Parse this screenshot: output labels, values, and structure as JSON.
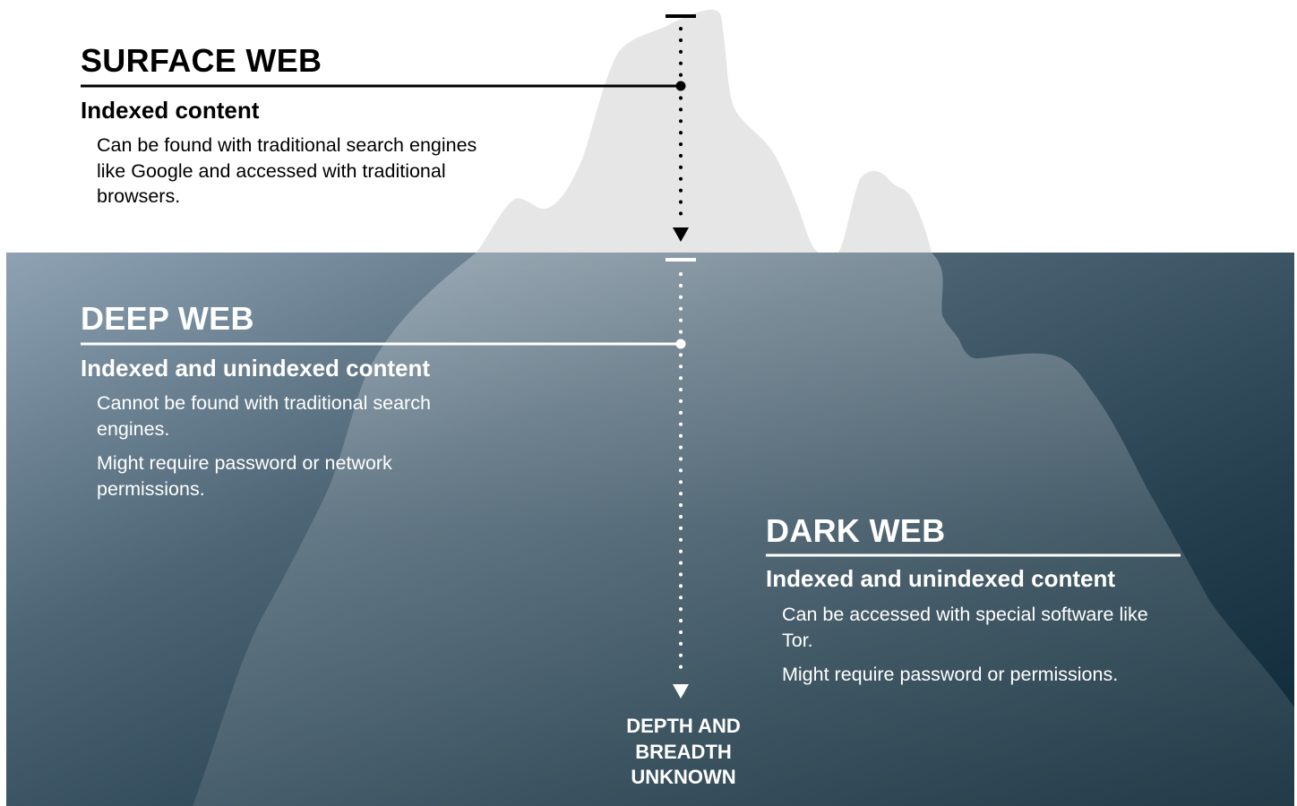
{
  "colors": {
    "water_top": "#8a9fb1",
    "water_bottom": "#0e2a3a",
    "iceberg_above": "#e6e6e6",
    "text_dark": "#000000",
    "text_light": "#ffffff"
  },
  "surface": {
    "title": "SURFACE WEB",
    "subtitle": "Indexed content",
    "paragraphs": [
      "Can be found with traditional search engines like Google and accessed with traditional browsers."
    ]
  },
  "deep": {
    "title": "DEEP WEB",
    "subtitle": "Indexed and unindexed content",
    "paragraphs": [
      "Cannot be found with traditional search engines.",
      "Might require password or network permissions."
    ]
  },
  "dark": {
    "title": "DARK WEB",
    "subtitle": "Indexed and unindexed content",
    "paragraphs": [
      "Can be accessed with special software like Tor.",
      "Might require password or permissions."
    ]
  },
  "depth_label": [
    "DEPTH AND",
    "BREADTH",
    "UNKNOWN"
  ]
}
